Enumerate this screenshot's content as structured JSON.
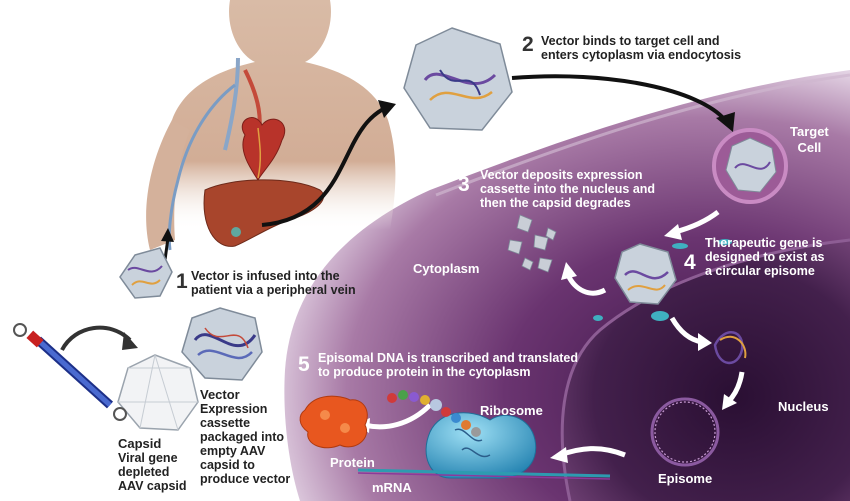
{
  "steps": [
    {
      "number": "1",
      "text_line1": "Vector is infused into the",
      "text_line2": "patient via a peripheral vein"
    },
    {
      "number": "2",
      "text_line1": "Vector binds to target cell and",
      "text_line2": "enters cytoplasm via endocytosis"
    },
    {
      "number": "3",
      "text_line1": "Vector deposits expression",
      "text_line2": "cassette into the nucleus and",
      "text_line3": "then the capsid degrades"
    },
    {
      "number": "4",
      "text_line1": "Therapeutic gene is",
      "text_line2": "designed to exist as",
      "text_line3": "a circular episome"
    },
    {
      "number": "5",
      "text_line1": "Episomal DNA is transcribed and translated",
      "text_line2": "to produce protein in the cytoplasm"
    }
  ],
  "labels": {
    "target_cell_line1": "Target",
    "target_cell_line2": "Cell",
    "cytoplasm": "Cytoplasm",
    "nucleus": "Nucleus",
    "episome": "Episome",
    "ribosome": "Ribosome",
    "protein": "Protein",
    "mrna": "mRNA"
  },
  "capsid": {
    "title": "Capsid",
    "line1": "Viral gene",
    "line2": "depleted",
    "line3": "AAV capsid"
  },
  "vector": {
    "title": "Vector",
    "line1": "Expression",
    "line2": "cassette",
    "line3": "packaged into",
    "line4": "empty AAV",
    "line5": "capsid to",
    "line6": "produce vector"
  },
  "colors": {
    "cell_outer": "#8a4f86",
    "cell_inner": "#5b2a60",
    "nucleus": "#3f1a48",
    "body_skin": "#d7b8a2",
    "heart": "#b8332a",
    "liver": "#a8452c",
    "protein": "#e8571f",
    "ribosome": "#3fa9d6",
    "capsid_fill": "#c9d2dc"
  }
}
